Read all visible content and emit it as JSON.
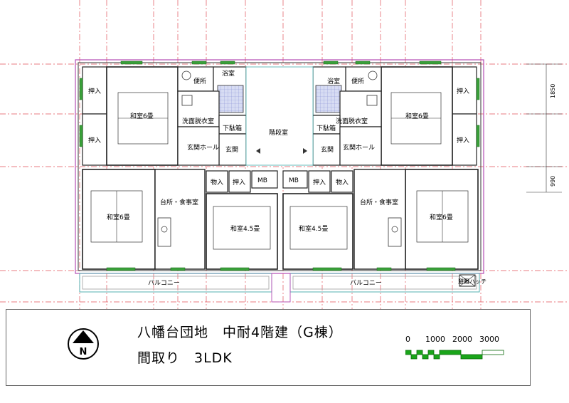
{
  "title": {
    "line1": "八幡台団地　中耐4階建（G棟）",
    "line2": "間取り　3LDK"
  },
  "north": {
    "label": "N"
  },
  "scale": {
    "ticks": [
      "0",
      "1000",
      "2000",
      "3000"
    ],
    "bar_color": "#1aa51a"
  },
  "dimensions": {
    "upper": "1850",
    "lower": "990"
  },
  "rooms": {
    "oshiire_a": "押入",
    "oshiire_b": "押入",
    "washitsu_6_ne": "和室6畳",
    "toilet": "便所",
    "bath": "浴室",
    "washroom": "洗面脱衣室",
    "shoe_box": "下駄箱",
    "entrance_hall": "玄関ホール",
    "entrance": "玄関",
    "stairs": "階段室",
    "storage_small": "物入",
    "oshiire_c": "押入",
    "mb": "MB",
    "washitsu_6_sw": "和室6畳",
    "kitchen": "台所・食事室",
    "washitsu_45": "和室4.5畳",
    "balcony": "バルコニー",
    "hatch": "避難ハッチ"
  }
}
